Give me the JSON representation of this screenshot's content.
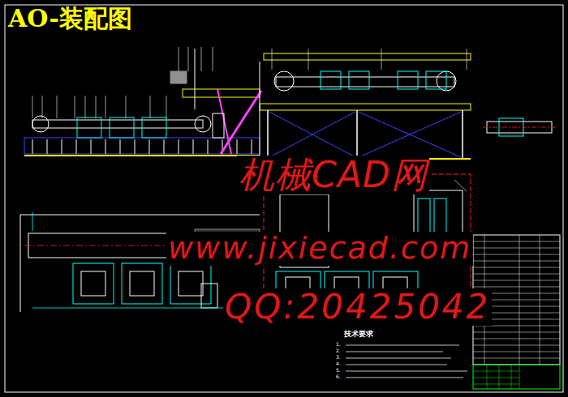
{
  "diagram": {
    "title": "AO-装配图",
    "labels": [
      "机械CAD网",
      "www.jixiecad.com",
      "QQ:20425042",
      "技术要求",
      "1.",
      "2.",
      "3.",
      "4.",
      "5.",
      "6."
    ]
  }
}
